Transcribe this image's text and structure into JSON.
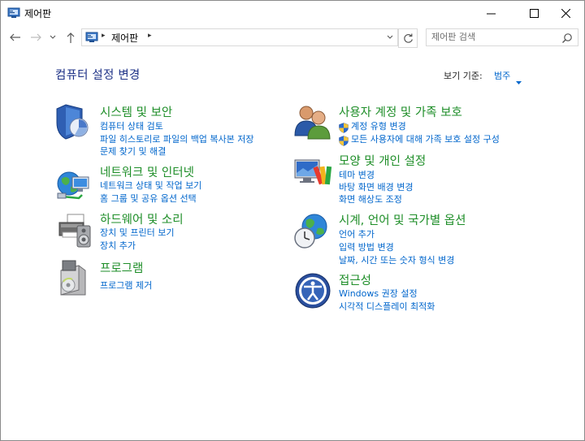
{
  "window": {
    "title": "제어판"
  },
  "address": {
    "crumb": "제어판",
    "search_placeholder": "제어판 검색"
  },
  "main": {
    "heading": "컴퓨터 설정 변경",
    "view_by_label": "보기 기준:",
    "view_by_value": "범주"
  },
  "categories": [
    {
      "title": "시스템 및 보안",
      "icon": "shield-computer-icon",
      "links": [
        "컴퓨터 상태 검토",
        "파일 히스토리로 파일의 백업 복사본 저장",
        "문제 찾기 및 해결"
      ]
    },
    {
      "title": "네트워크 및 인터넷",
      "icon": "network-globe-icon",
      "links": [
        "네트워크 상태 및 작업 보기",
        "홈 그룹 및 공유 옵션 선택"
      ]
    },
    {
      "title": "하드웨어 및 소리",
      "icon": "printer-hardware-icon",
      "links": [
        "장치 및 프린터 보기",
        "장치 추가"
      ]
    },
    {
      "title": "프로그램",
      "icon": "programs-box-icon",
      "links": [
        "프로그램 제거"
      ]
    },
    {
      "title": "사용자 계정 및 가족 보호",
      "icon": "users-icon",
      "links": [
        "계정 유형 변경",
        "모든 사용자에 대해 가족 보호 설정 구성"
      ]
    },
    {
      "title": "모양 및 개인 설정",
      "icon": "appearance-monitor-icon",
      "links": [
        "테마 변경",
        "바탕 화면 배경 변경",
        "화면 해상도 조정"
      ]
    },
    {
      "title": "시계, 언어 및 국가별 옵션",
      "icon": "clock-globe-icon",
      "links": [
        "언어 추가",
        "입력 방법 변경",
        "날짜, 시간 또는 숫자 형식 변경"
      ]
    },
    {
      "title": "접근성",
      "icon": "ease-of-access-icon",
      "links": [
        "Windows 권장 설정",
        "시각적 디스플레이 최적화"
      ]
    }
  ],
  "colors": {
    "heading": "#1e3287",
    "category_title": "#1e8e28",
    "link": "#0066cc"
  }
}
